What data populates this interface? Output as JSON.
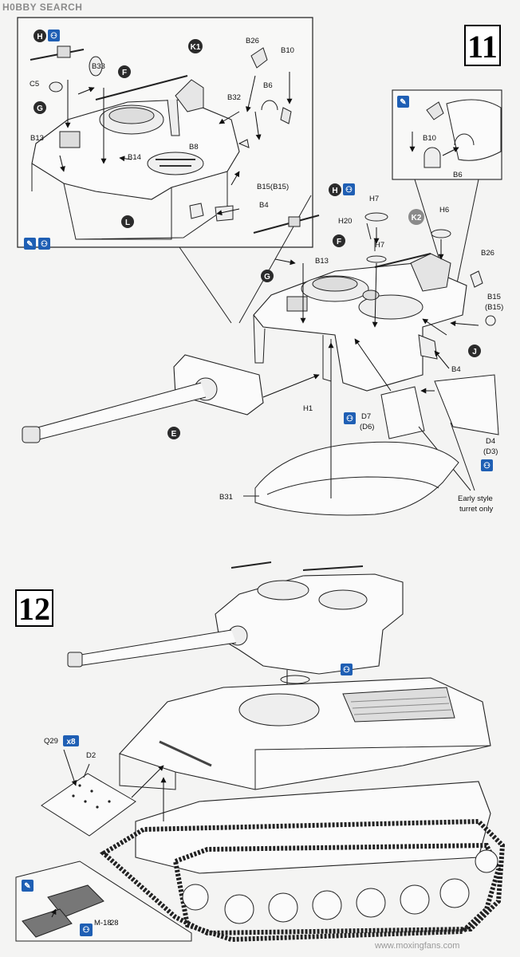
{
  "watermark": {
    "logo": "H0BBY SEARCH",
    "footer": "www.moxingfans.com"
  },
  "steps": [
    {
      "number": "11"
    },
    {
      "number": "12"
    }
  ],
  "letters": {
    "H": "H",
    "K1": "K1",
    "F": "F",
    "G": "G",
    "L": "L",
    "K2": "K2",
    "J": "J",
    "E": "E"
  },
  "step11_inset": {
    "B26": "B26",
    "B10": "B10",
    "B33": "B33",
    "C5": "C5",
    "B6": "B6",
    "B32": "B32",
    "B13": "B13",
    "B14": "B14",
    "B8": "B8",
    "B15": "B15(B15)",
    "B4": "B4"
  },
  "step11_small_inset": {
    "B10": "B10",
    "B6": "B6"
  },
  "step11_main": {
    "H7a": "H7",
    "H20": "H20",
    "H6": "H6",
    "H7b": "H7",
    "B13": "B13",
    "B26": "B26",
    "B15": "B15",
    "B15b": "(B15)",
    "B4": "B4",
    "H1": "H1",
    "D7": "D7",
    "D7b": "(D6)",
    "D4": "D4",
    "D4b": "(D3)",
    "B31": "B31",
    "note1": "Early style",
    "note2": "turret only"
  },
  "step12": {
    "Q29": "Q29",
    "x8": "x8",
    "D2": "D2",
    "small": "M-18",
    "small2": "28"
  },
  "colors": {
    "badge_dark": "#2b2b2b",
    "badge_blue": "#1f5fb4",
    "line": "#222222"
  }
}
